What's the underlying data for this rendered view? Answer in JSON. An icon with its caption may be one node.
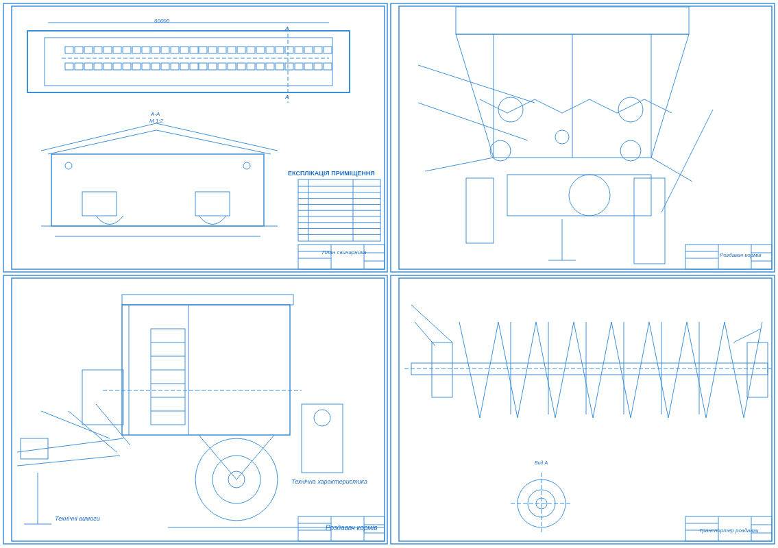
{
  "diagram": {
    "labels": [
      "60000",
      "А",
      "А",
      "А-А",
      "М 1:2",
      "ЕКСПЛІКАЦІЯ ПРИМІЩЕННЯ",
      "План свинарника",
      "Роздавач кормів",
      "Технічна характеристика",
      "Роздавач кормів",
      "Технічні вимоги",
      "Вид А",
      "Транспортер роздавач"
    ]
  }
}
